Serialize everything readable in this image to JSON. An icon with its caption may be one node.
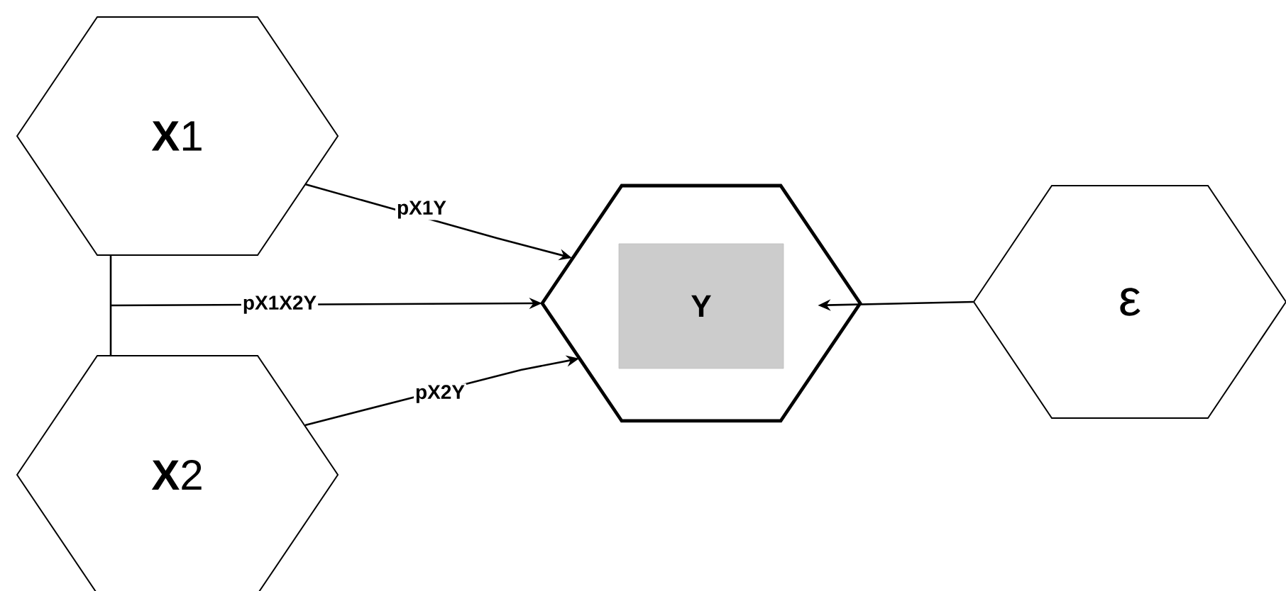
{
  "diagram": {
    "nodes": [
      {
        "text": [
          "**X**1"
        ]
      },
      {
        "text": [
          "**X**2"
        ]
      },
      {
        "text": [],
        "shape": "hexagon"
      },
      {
        "text": [
          "Y"
        ],
        "in": 2
      },
      {
        "text": [
          "ε"
        ]
      }
    ],
    "edges": [
      {
        "from": 0,
        "to": 2,
        "arrow": "to",
        "label": "pX1Y"
      },
      {
        "from": 0,
        "to": 1,
        "arrow": "none"
      },
      {
        "from": 0,
        "to": 2,
        "arrow": "to",
        "label": "pX1X2Y"
      },
      {
        "from": 1,
        "to": 2,
        "arrow": "to"
      },
      {
        "from": 1,
        "to": 2,
        "arrow": "to",
        "label": "pX2Y"
      },
      {
        "from": 4,
        "to": 3,
        "arrow": "to"
      }
    ]
  }
}
